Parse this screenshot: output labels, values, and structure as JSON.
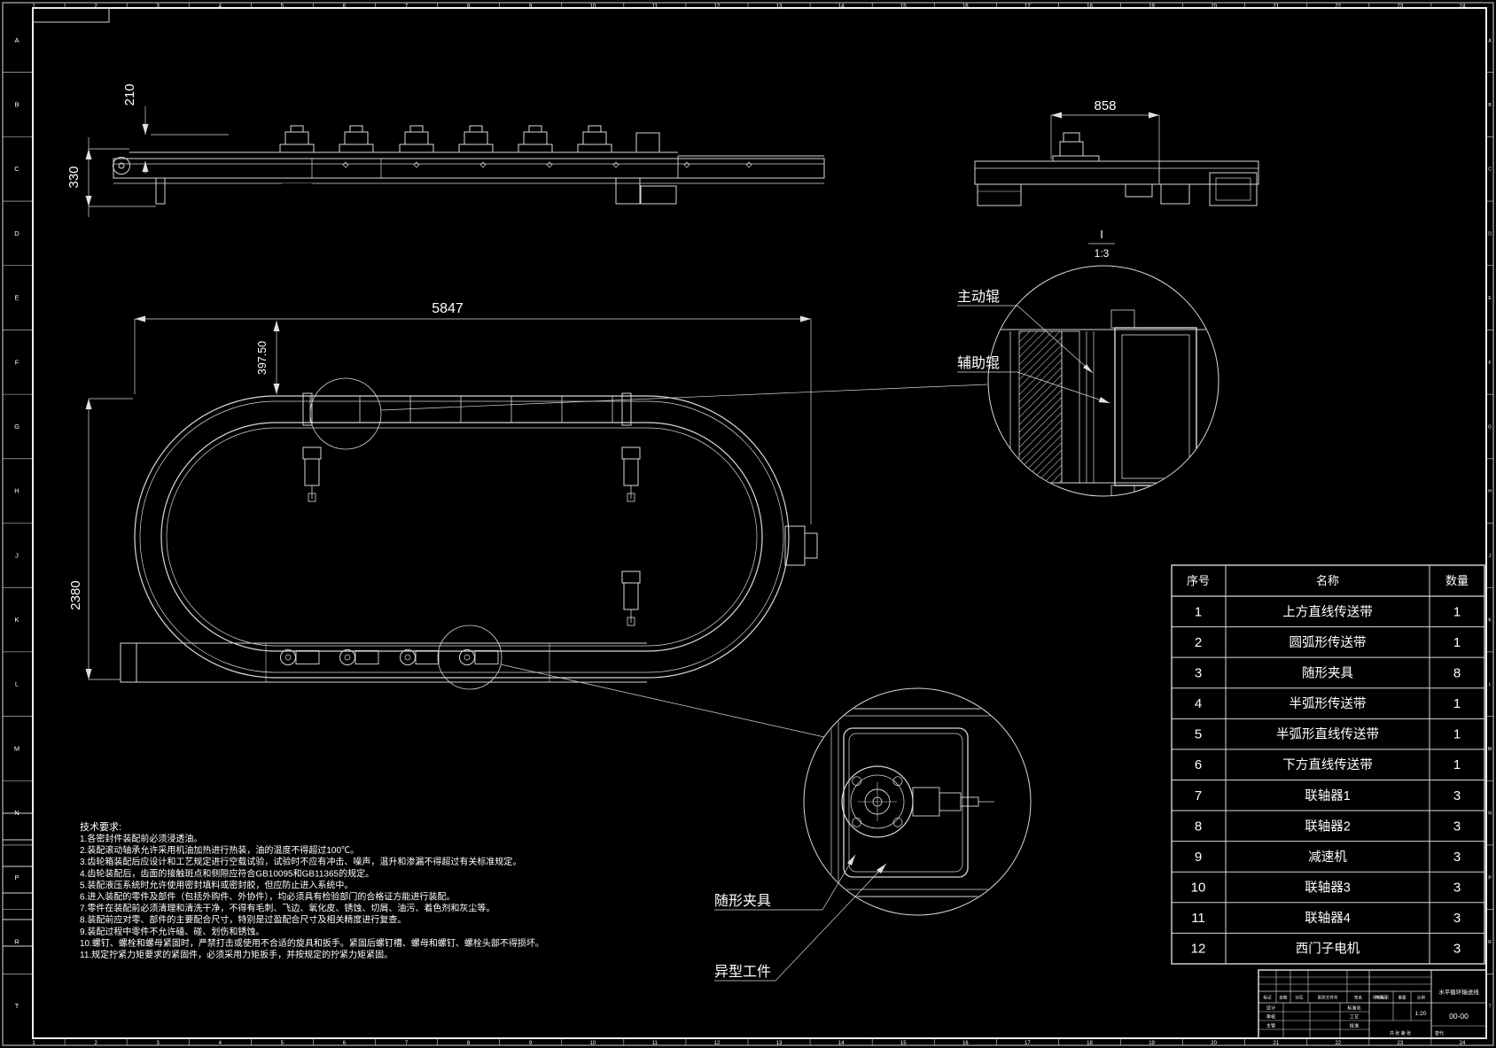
{
  "frame": {
    "columns": [
      "1",
      "2",
      "3",
      "4",
      "5",
      "6",
      "7",
      "8",
      "9",
      "10",
      "11",
      "12",
      "13",
      "14",
      "15",
      "16",
      "17",
      "18",
      "19",
      "20",
      "21",
      "22",
      "23",
      "24"
    ],
    "rows": [
      "A",
      "B",
      "C",
      "D",
      "E",
      "F",
      "G",
      "H",
      "J",
      "K",
      "L",
      "M",
      "N",
      "P",
      "R",
      "T"
    ]
  },
  "views": {
    "front": {
      "dim_height_small": "210",
      "dim_height": "330"
    },
    "side": {
      "dim_width": "858"
    },
    "plan": {
      "dim_length": "5847",
      "dim_offset": "397.50",
      "dim_width": "2380"
    }
  },
  "detail_i": {
    "label": "I",
    "scale": "1:3",
    "drive_roller_label": "主动辊",
    "aux_roller_label": "辅助辊"
  },
  "detail_ii": {
    "clamp_label": "随形夹具",
    "workpiece_label": "异型工件"
  },
  "notes": {
    "title": "技术要求:",
    "lines": [
      "1.各密封件装配前必须浸透油。",
      "2.装配滚动轴承允许采用机油加热进行热装，油的温度不得超过100℃。",
      "3.齿轮箱装配后应设计和工艺规定进行空载试验，试验时不应有冲击、噪声，温升和渗漏不得超过有关标准规定。",
      "4.齿轮装配后，齿面的接触斑点和侧隙应符合GB10095和GB11365的规定。",
      "5.装配液压系统时允许使用密封填料或密封胶，但应防止进入系统中。",
      "6.进入装配的零件及部件（包括外购件、外协件），均必须具有检验部门的合格证方能进行装配。",
      "7.零件在装配前必须清理和清洗干净，不得有毛刺、飞边、氧化皮、锈蚀、切屑、油污、着色剂和灰尘等。",
      "8.装配前应对零、部件的主要配合尺寸，特别是过盈配合尺寸及相关精度进行复查。",
      "9.装配过程中零件不允许磕、碰、划伤和锈蚀。",
      "10.螺钉、螺栓和螺母紧固时，严禁打击或使用不合适的旋具和扳手。紧固后螺钉槽、螺母和螺钉、螺栓头部不得损坏。",
      "11.规定拧紧力矩要求的紧固件，必须采用力矩扳手，并按规定的拧紧力矩紧固。"
    ]
  },
  "bom": {
    "headers": {
      "no": "序号",
      "name": "名称",
      "qty": "数量"
    },
    "rows": [
      {
        "no": "1",
        "name": "上方直线传送带",
        "qty": "1"
      },
      {
        "no": "2",
        "name": "圆弧形传送带",
        "qty": "1"
      },
      {
        "no": "3",
        "name": "随形夹具",
        "qty": "8"
      },
      {
        "no": "4",
        "name": "半弧形传送带",
        "qty": "1"
      },
      {
        "no": "5",
        "name": "半弧形直线传送带",
        "qty": "1"
      },
      {
        "no": "6",
        "name": "下方直线传送带",
        "qty": "1"
      },
      {
        "no": "7",
        "name": "联轴器1",
        "qty": "3"
      },
      {
        "no": "8",
        "name": "联轴器2",
        "qty": "3"
      },
      {
        "no": "9",
        "name": "减速机",
        "qty": "3"
      },
      {
        "no": "10",
        "name": "联轴器3",
        "qty": "3"
      },
      {
        "no": "11",
        "name": "联轴器4",
        "qty": "3"
      },
      {
        "no": "12",
        "name": "西门子电机",
        "qty": "3"
      }
    ]
  },
  "title_block": {
    "rev_cols": [
      "标记",
      "处数",
      "分区",
      "更改文件号",
      "签名",
      "年月日"
    ],
    "left_col_labels": [
      "设计",
      "审核",
      "主管"
    ],
    "mid_col_labels": [
      "标准化",
      "工艺",
      "批准"
    ],
    "stage_cols": [
      "阶段标记",
      "重量",
      "比例"
    ],
    "scale": "1:20",
    "drawing_no": "00-00",
    "sheet_note": "共 张 第 张",
    "replace_note": "替代",
    "title": "水平循环输送线"
  },
  "colors": {
    "background": "#000000",
    "line": "#d8d8d8",
    "text": "#ffffff"
  }
}
